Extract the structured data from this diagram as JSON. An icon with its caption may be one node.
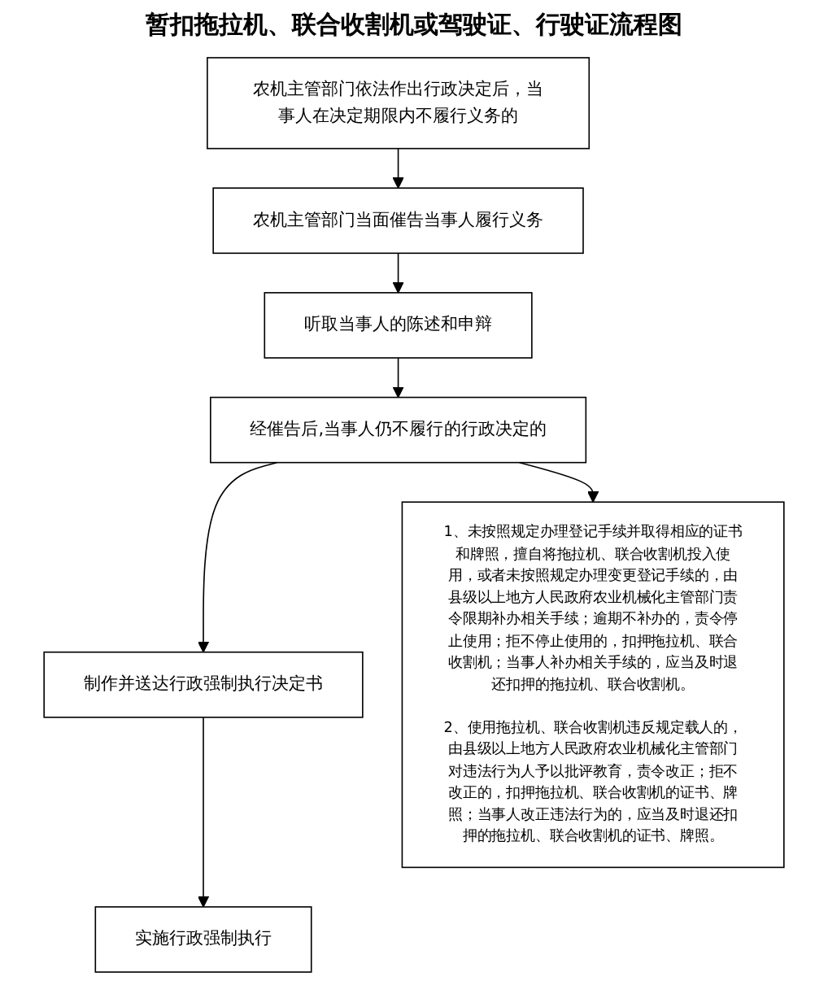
{
  "diagram": {
    "title": "暂扣拖拉机、联合收割机或驾驶证、行驶证流程图",
    "nodes": [
      {
        "text": [
          "农机主管部门依法作出行政决定后，当事人在决定期限内不履行义务的"
        ]
      },
      {
        "text": [
          "农机主管部门当面催告当事人履行义务"
        ]
      },
      {
        "text": [
          "听取当事人的陈述和申辩"
        ]
      },
      {
        "text": [
          "经催告后,当事人仍不履行的行政决定的"
        ]
      },
      {
        "text": [
          "制作并送达行政强制执行决定书"
        ]
      },
      {
        "text": [
          "1、未按照规定办理登记手续并取得相应的证书和牌照，擅自将拖拉机、联合收割机投入使用，或者未按照规定办理变更登记手续的，由县级以上地方人民政府农业机械化主管部门责令限期补办相关手续；逾期不补办的，责令停止使用；拒不停止使用的，扣押拖拉机、联合收割机；当事人补办相关手续的，应当及时退还扣押的拖拉机、联合收割机。",
          "2、使用拖拉机、联合收割机违反规定载人的，由县级以上地方人民政府农业机械化主管部门对违法行为人予以批评教育，责令改正；拒不改正的，扣押拖拉机、联合收割机的证书、牌照；当事人改正违法行为的，应当及时退还扣押的拖拉机、联合收割机的证书、牌照。"
        ]
      },
      {
        "text": [
          "实施行政强制执行"
        ]
      }
    ],
    "edges": [
      {
        "from": 0,
        "to": 1,
        "arrow": "to"
      },
      {
        "from": 1,
        "to": 2,
        "arrow": "to"
      },
      {
        "from": 2,
        "to": 3,
        "arrow": "to"
      },
      {
        "from": 3,
        "to": 4,
        "arrow": "to"
      },
      {
        "from": 3,
        "to": 5,
        "arrow": "to"
      },
      {
        "from": 4,
        "to": 6,
        "arrow": "to"
      }
    ]
  }
}
